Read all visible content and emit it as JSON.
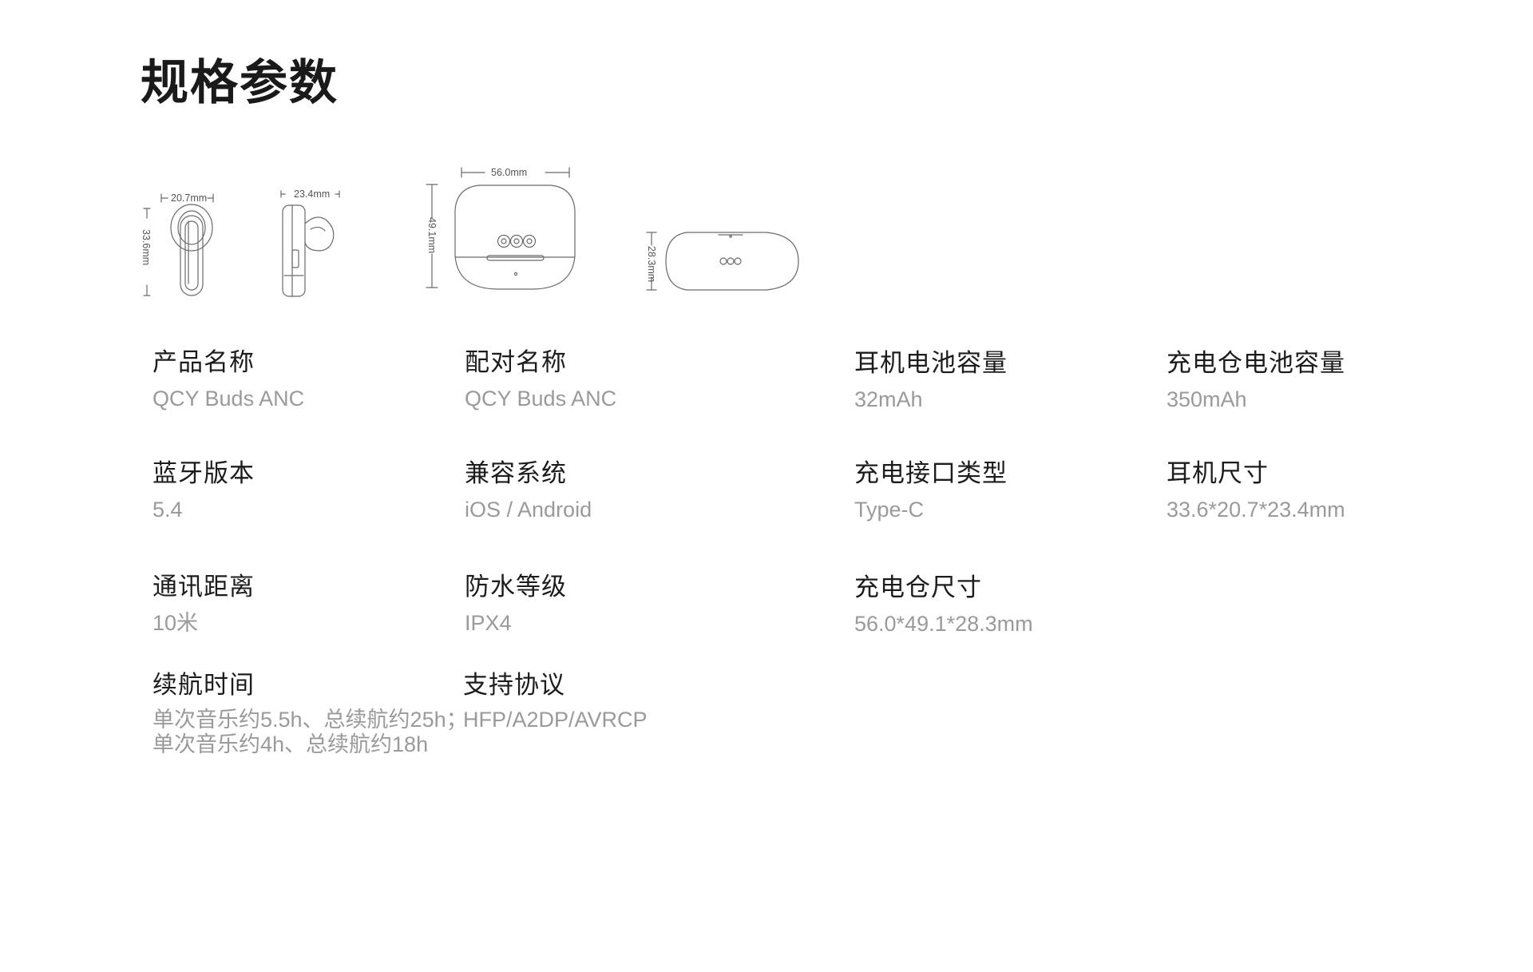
{
  "page": {
    "title": "规格参数"
  },
  "dimensions": {
    "earbud_width": "20.7mm",
    "earbud_height": "33.6mm",
    "earbud_depth": "23.4mm",
    "case_width": "56.0mm",
    "case_height": "49.1mm",
    "case_depth": "28.3mm"
  },
  "specs": {
    "product_name": {
      "label": "产品名称",
      "value": "QCY Buds ANC"
    },
    "pairing_name": {
      "label": "配对名称",
      "value": "QCY Buds ANC"
    },
    "earbud_battery": {
      "label": "耳机电池容量",
      "value": "32mAh"
    },
    "case_battery": {
      "label": "充电仓电池容量",
      "value": "350mAh"
    },
    "bluetooth_version": {
      "label": "蓝牙版本",
      "value": "5.4"
    },
    "compatibility": {
      "label": "兼容系统",
      "value": "iOS / Android"
    },
    "charging_port": {
      "label": "充电接口类型",
      "value": "Type-C"
    },
    "earbud_size": {
      "label": "耳机尺寸",
      "value": "33.6*20.7*23.4mm"
    },
    "range": {
      "label": "通讯距离",
      "value": "10米"
    },
    "waterproof": {
      "label": "防水等级",
      "value": "IPX4"
    },
    "case_size": {
      "label": "充电仓尺寸",
      "value": "56.0*49.1*28.3mm"
    },
    "battery_life": {
      "label": "续航时间",
      "value_line1": "单次音乐约5.5h、总续航约25h；",
      "value_line2": "单次音乐约4h、总续航约18h"
    },
    "protocols": {
      "label": "支持协议",
      "value": "HFP/A2DP/AVRCP"
    }
  }
}
